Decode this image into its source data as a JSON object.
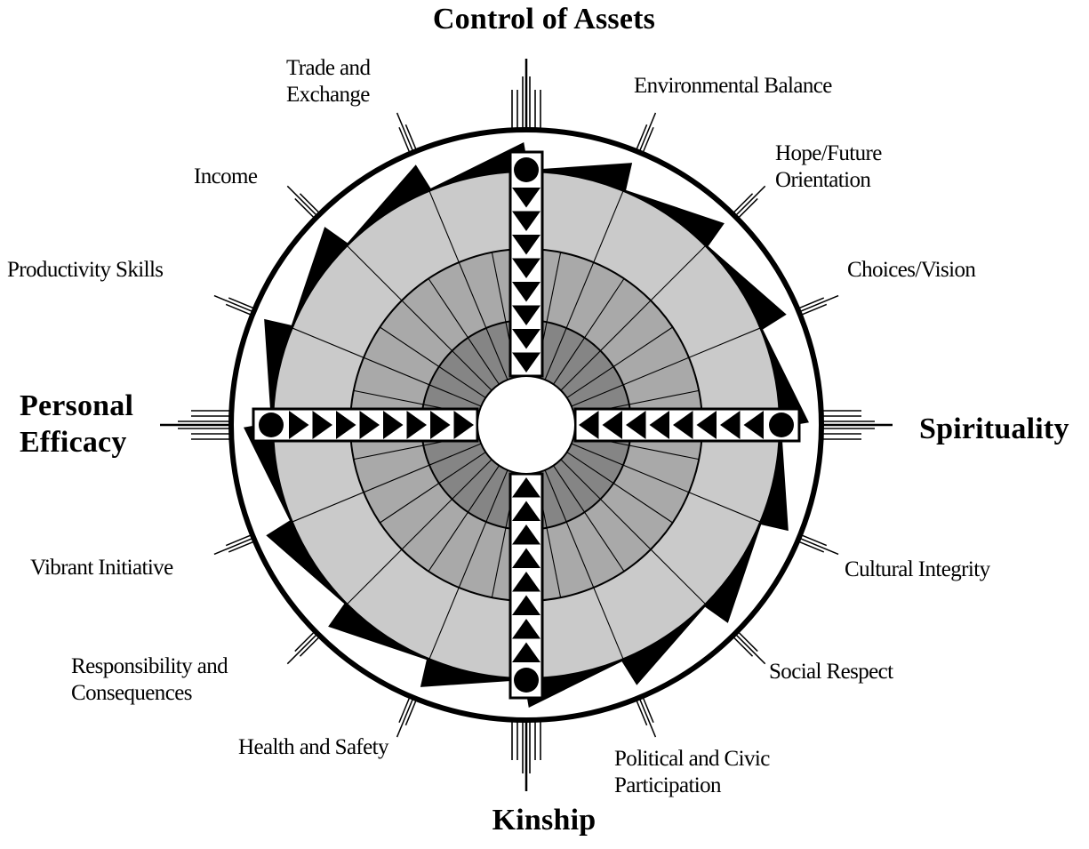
{
  "directions": {
    "top": "Control of Assets",
    "bottom": "Kinship",
    "left": [
      "Personal",
      "Efficacy"
    ],
    "right": "Spirituality"
  },
  "domains": [
    {
      "key": "trade",
      "lines": [
        "Trade and",
        "Exchange"
      ]
    },
    {
      "key": "environment",
      "lines": [
        "Environmental Balance"
      ]
    },
    {
      "key": "income",
      "lines": [
        "Income"
      ]
    },
    {
      "key": "hope",
      "lines": [
        "Hope/Future",
        "Orientation"
      ]
    },
    {
      "key": "productivity",
      "lines": [
        "Productivity Skills"
      ]
    },
    {
      "key": "choices",
      "lines": [
        "Choices/Vision"
      ]
    },
    {
      "key": "vibrant",
      "lines": [
        "Vibrant Initiative"
      ]
    },
    {
      "key": "cultural",
      "lines": [
        "Cultural Integrity"
      ]
    },
    {
      "key": "responsibility",
      "lines": [
        "Responsibility and",
        "Consequences"
      ]
    },
    {
      "key": "social",
      "lines": [
        "Social Respect"
      ]
    },
    {
      "key": "health",
      "lines": [
        "Health and Safety"
      ]
    },
    {
      "key": "political",
      "lines": [
        "Political and Civic",
        "Participation"
      ]
    }
  ],
  "colors": {
    "ink": "#000000",
    "outer_ring": "#cacaca",
    "middle_ring": "#a9a9a9",
    "inner_ring": "#858585",
    "hub": "#ffffff",
    "background": "#ffffff"
  }
}
